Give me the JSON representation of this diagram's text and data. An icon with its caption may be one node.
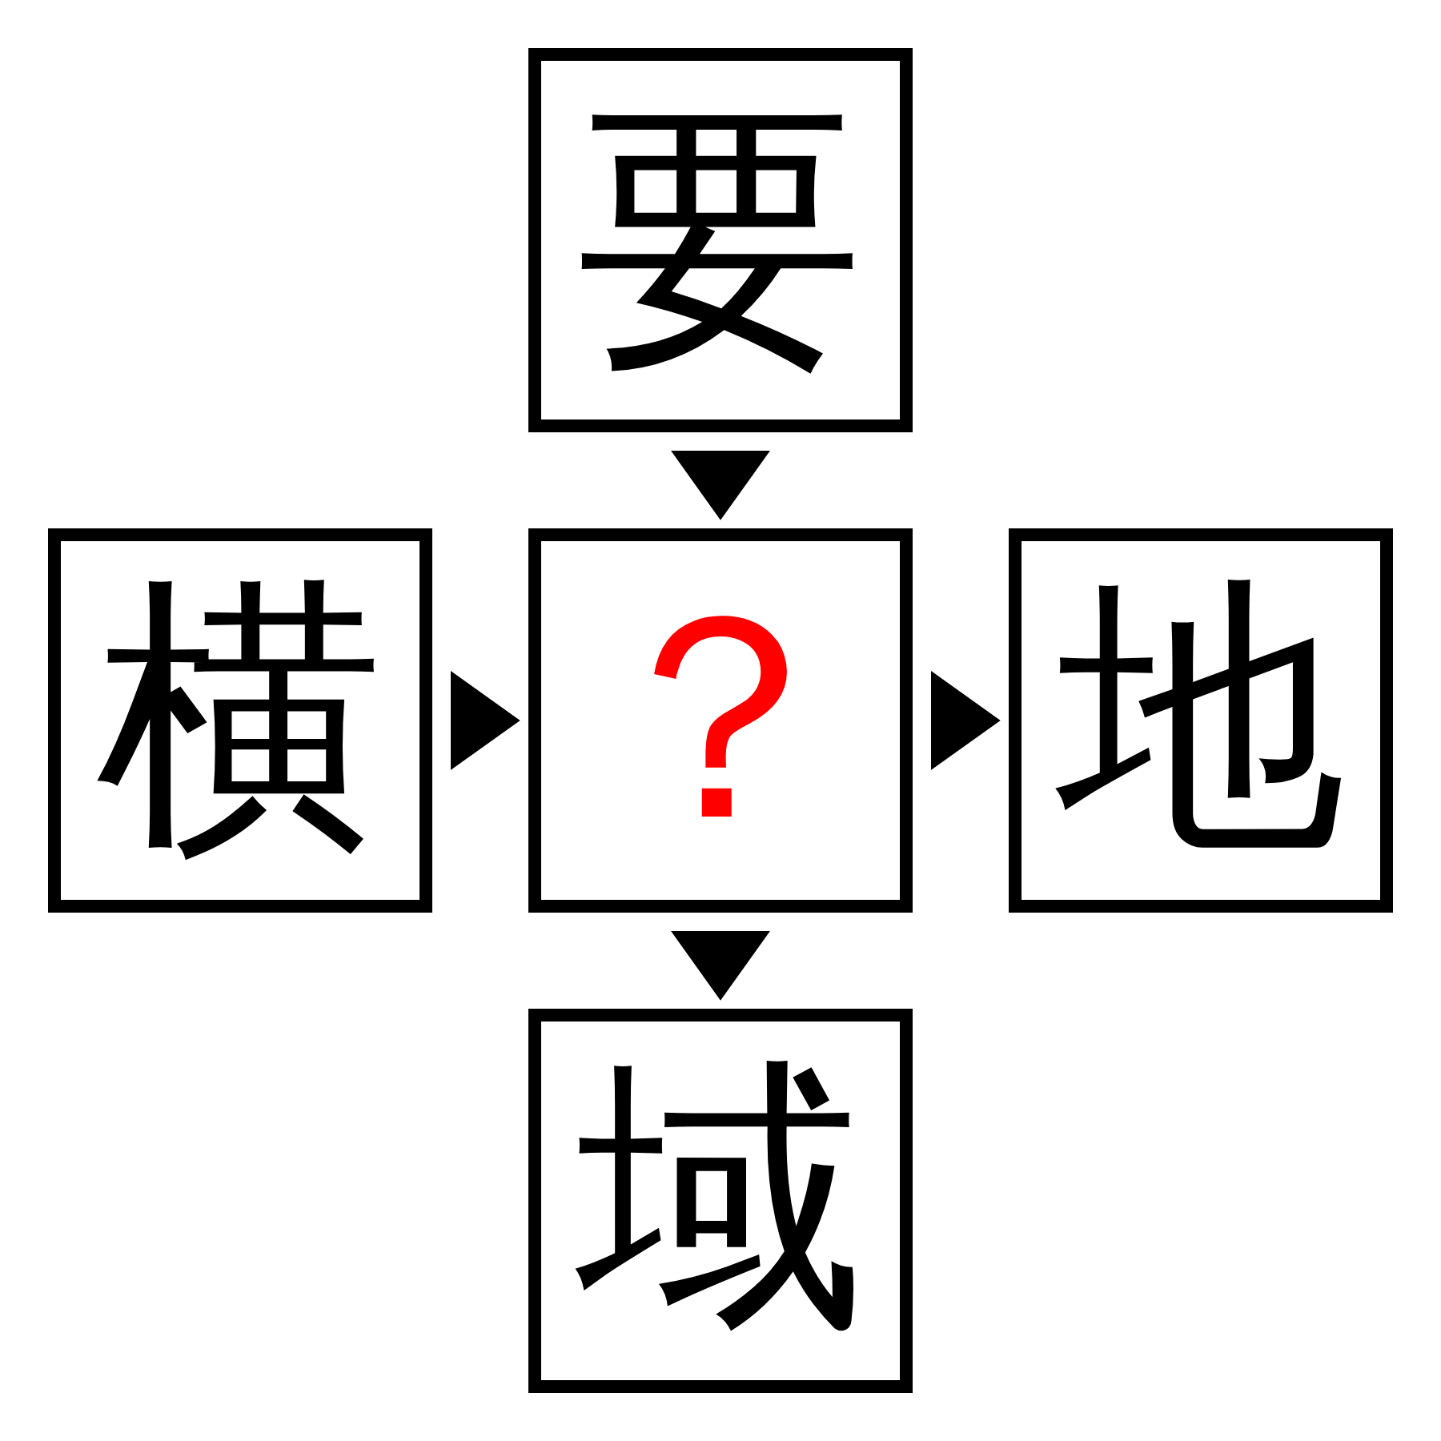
{
  "diagram": {
    "nodes": [
      {
        "text": [
          "要"
        ]
      },
      {
        "text": [
          "横"
        ]
      },
      {
        "text": [
          "？"
        ]
      },
      {
        "text": [
          "地"
        ]
      },
      {
        "text": [
          "域"
        ]
      }
    ],
    "edges": [
      {
        "from": 0,
        "to": 2,
        "arrow": "to"
      },
      {
        "from": 1,
        "to": 2,
        "arrow": "to"
      },
      {
        "from": 2,
        "to": 3,
        "arrow": "to"
      },
      {
        "from": 2,
        "to": 4,
        "arrow": "to"
      }
    ]
  }
}
